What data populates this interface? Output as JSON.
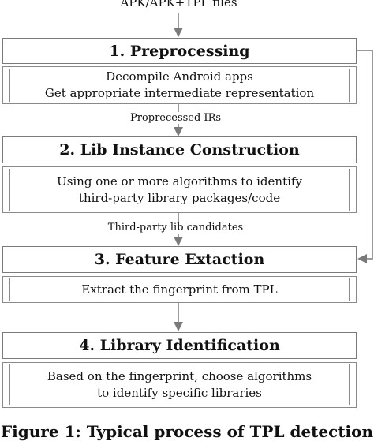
{
  "input_label": "APK/APK+TPL files",
  "stages": [
    {
      "title": "1. Preprocessing",
      "lines": [
        "Decompile Android apps",
        "Get appropriate intermediate representation"
      ]
    },
    {
      "title": "2. Lib Instance Construction",
      "lines": [
        "Using one or more algorithms to identify",
        "third-party library packages/code"
      ]
    },
    {
      "title": "3. Feature Extaction",
      "lines": [
        "Extract the fingerprint from TPL"
      ]
    },
    {
      "title": "4. Library Identification",
      "lines": [
        "Based on the fingerprint, choose algorithms",
        "to identify specific libraries"
      ]
    }
  ],
  "edge_labels": [
    "Proprecessed IRs",
    "Third-party lib candidates"
  ],
  "caption": "Figure 1: Typical process of TPL detection"
}
